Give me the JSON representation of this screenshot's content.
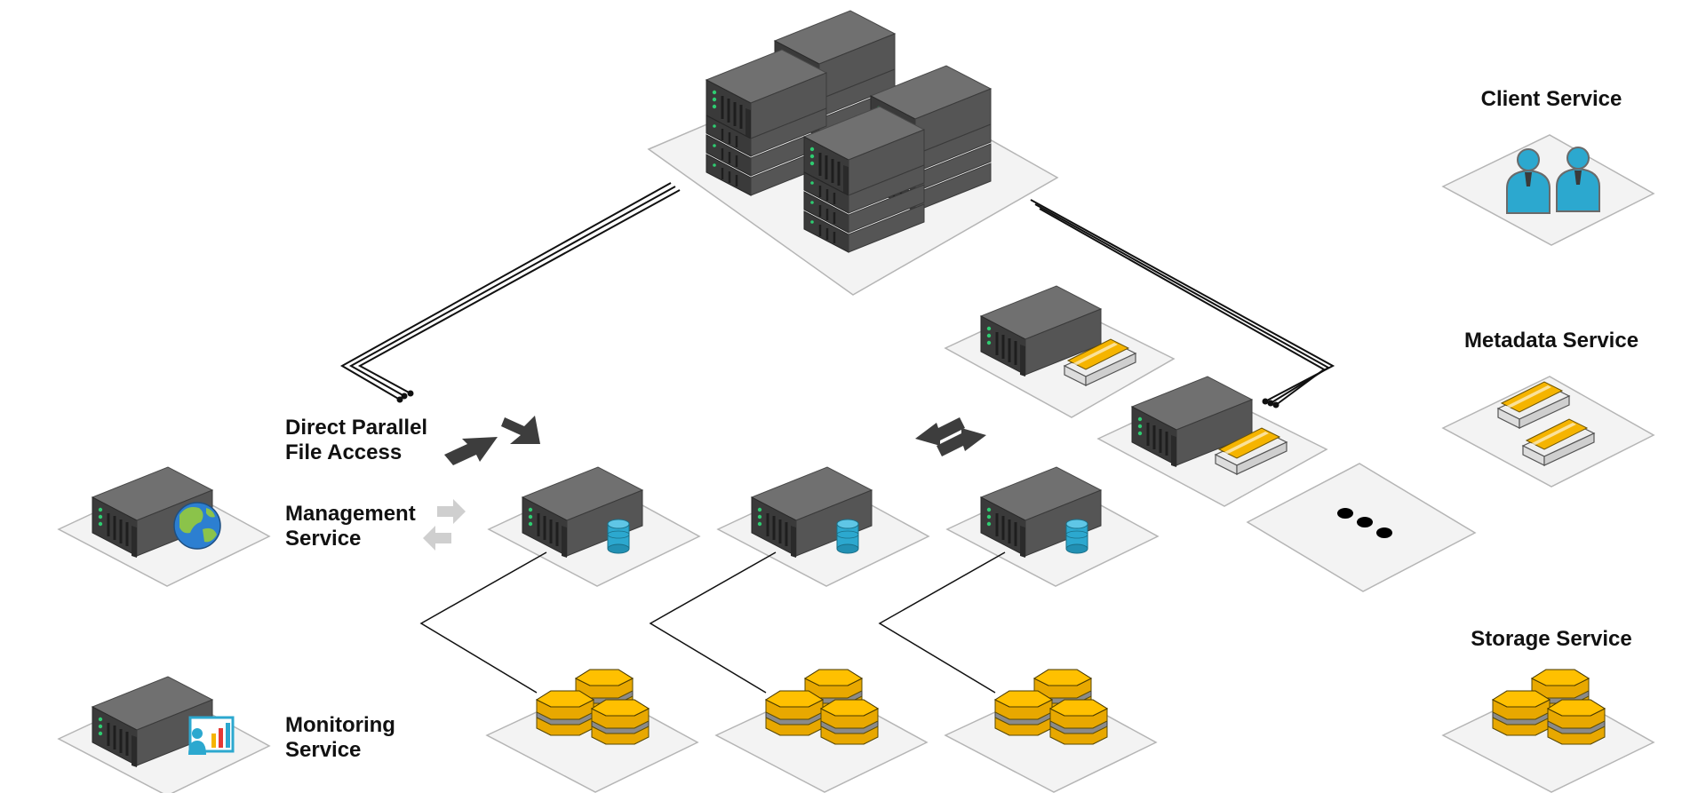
{
  "labels": {
    "direct_parallel": [
      "Direct Parallel",
      "File Access"
    ],
    "management": [
      "Management",
      "Service"
    ],
    "monitoring": [
      "Monitoring",
      "Service"
    ],
    "legend_client": "Client Service",
    "legend_metadata": "Metadata Service",
    "legend_storage": "Storage Service"
  },
  "icons": {
    "server": "rack-server-icon",
    "globe": "globe-icon",
    "chart": "monitor-chart-icon",
    "db": "database-cylinder-icon",
    "folder": "folder-file-icon",
    "users": "users-icon",
    "hex": "storage-hex-stack-icon",
    "ellipsis": "ellipsis-icon"
  },
  "colors": {
    "platform": "#f3f3f3",
    "platform_edge": "#b5b5b5",
    "server_top": "#6e6e6e",
    "server_front": "#3b3b3b",
    "server_side": "#545454",
    "server_led": "#2ecc71",
    "accent_blue": "#2ca8cf",
    "accent_yellow": "#f5b400",
    "arrow_dark": "#3d3d3d",
    "arrow_light": "#cfcfcf"
  }
}
